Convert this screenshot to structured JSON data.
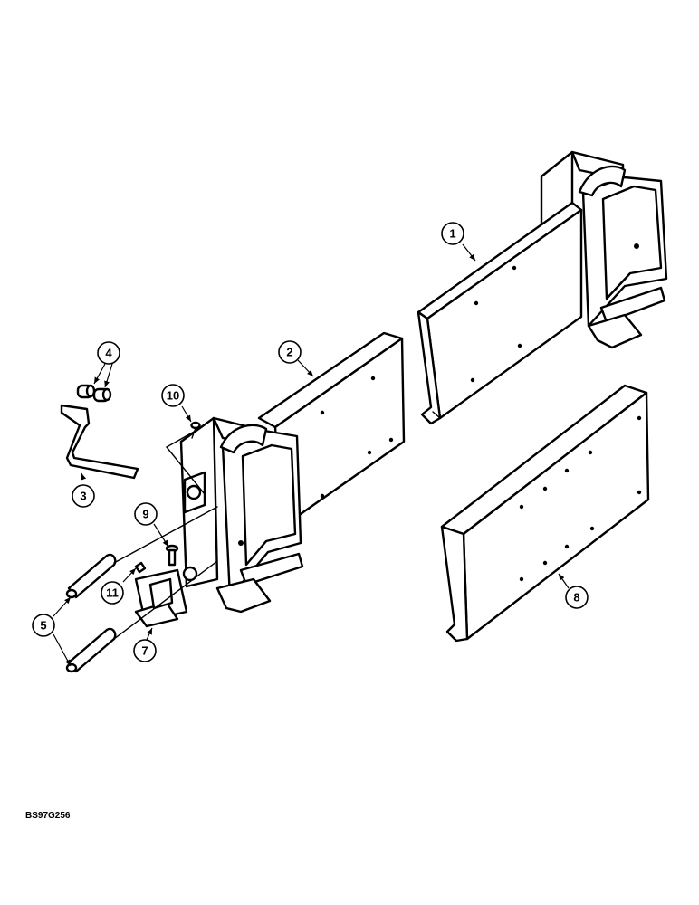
{
  "callouts": [
    "1",
    "2",
    "3",
    "4",
    "5",
    "7",
    "8",
    "9",
    "10",
    "11"
  ],
  "drawing_code": "BS97G256"
}
